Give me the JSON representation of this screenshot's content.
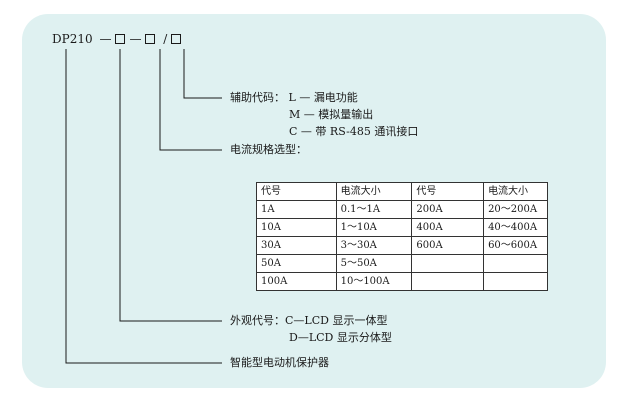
{
  "model": {
    "prefix": "DP210",
    "dash": "—",
    "slash": "/"
  },
  "aux": {
    "label": "辅助代码：",
    "options": [
      {
        "code": "L",
        "sep": "—",
        "desc": "漏电功能"
      },
      {
        "code": "M",
        "sep": "—",
        "desc": "模拟量输出"
      },
      {
        "code": "C",
        "sep": "—",
        "desc": "带 RS-485 通讯接口"
      }
    ]
  },
  "current": {
    "label": "电流规格选型："
  },
  "spec_table": {
    "headers": [
      "代号",
      "电流大小",
      "代号",
      "电流大小"
    ],
    "rows": [
      [
        "1A",
        "0.1～1A",
        "200A",
        "20～200A"
      ],
      [
        "10A",
        "1～10A",
        "400A",
        "40～400A"
      ],
      [
        "30A",
        "3～30A",
        "600A",
        "60～600A"
      ],
      [
        "50A",
        "5～50A",
        "",
        ""
      ],
      [
        "100A",
        "10～100A",
        "",
        ""
      ]
    ]
  },
  "appearance": {
    "label": "外观代号：",
    "options": [
      {
        "code": "C",
        "sep": "—",
        "desc": "LCD 显示一体型"
      },
      {
        "code": "D",
        "sep": "—",
        "desc": "LCD 显示分体型"
      }
    ]
  },
  "product": {
    "name": "智能型电动机保护器"
  },
  "colors": {
    "panel": "#dff1f1",
    "line": "#1a1a1a",
    "table_bg": "#ffffff"
  }
}
